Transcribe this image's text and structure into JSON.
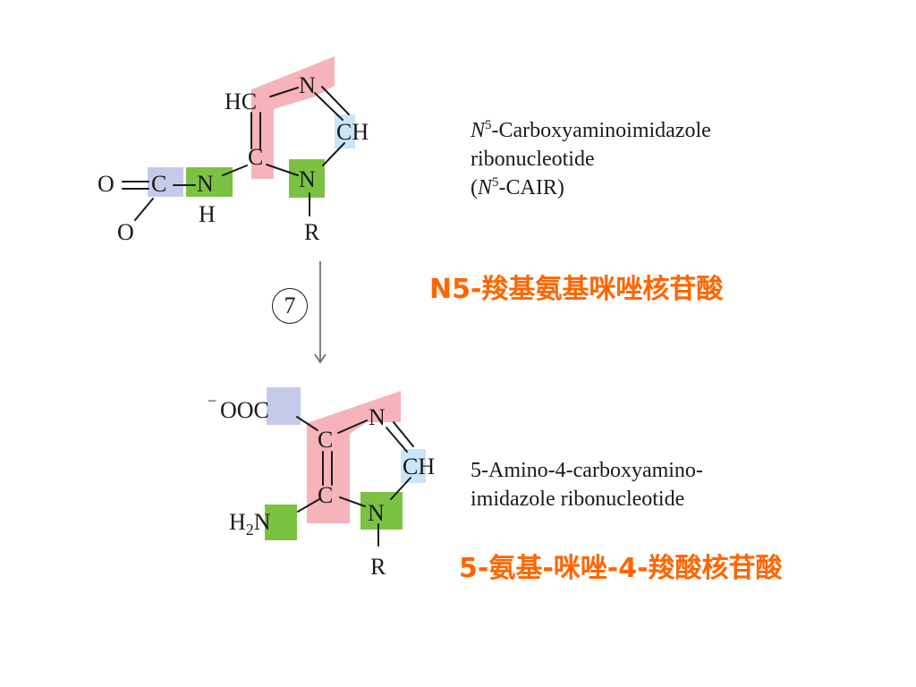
{
  "compound1": {
    "name_prefix": "N",
    "name_sup": "5",
    "name_line1_rest": "-Carboxyaminoimidazole",
    "name_line2": "ribonucleotide",
    "abbr_open": "(",
    "abbr_N": "N",
    "abbr_sup": "5",
    "abbr_rest": "-CAIR)",
    "chinese_name": "N5-羧基氨基咪唑核苷酸"
  },
  "compound2": {
    "name_line1": "5-Amino-4-carboxyamino-",
    "name_line2": "imidazole ribonucleotide",
    "chinese_name": "5-氨基-咪唑-4-羧酸核苷酸"
  },
  "step": {
    "number": "7"
  },
  "atoms": {
    "hc": "HC",
    "n": "N",
    "ch": "CH",
    "c": "C",
    "o": "O",
    "h": "H",
    "r": "R",
    "minus": "−",
    "ooc": "OOC",
    "h2n_h": "H",
    "h2n_sub": "2",
    "h2n_n": "N"
  },
  "colors": {
    "pink_highlight": "#f5a7ae",
    "green_highlight": "#7cc242",
    "lightblue_highlight": "#c9e6f7",
    "lavender_highlight": "#c5cae9",
    "chinese_label": "#ff6600"
  }
}
